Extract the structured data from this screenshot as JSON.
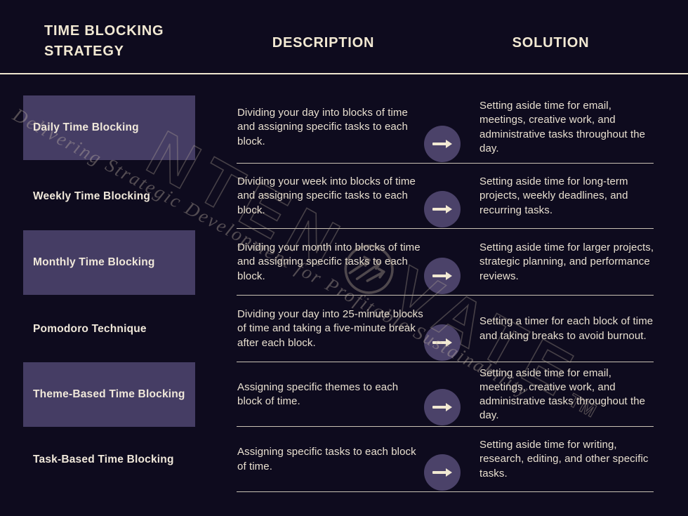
{
  "header": {
    "strategy_column": "TIME BLOCKING STRATEGY",
    "description_column": "DESCRIPTION",
    "solution_column": "SOLUTION"
  },
  "rows": [
    {
      "strategy": "Daily Time Blocking",
      "highlighted": true,
      "description": "Dividing your day into blocks of time and assigning specific tasks to each block.",
      "solution": "Setting aside time for email, meetings, creative work, and administrative tasks throughout the day."
    },
    {
      "strategy": "Weekly Time Blocking",
      "highlighted": false,
      "description": "Dividing your week into blocks of time and assigning specific tasks to each block.",
      "solution": "Setting aside time for long-term projects, weekly deadlines, and recurring tasks."
    },
    {
      "strategy": "Monthly Time Blocking",
      "highlighted": true,
      "description": "Dividing your month into blocks of time and assigning specific tasks to each block.",
      "solution": "Setting aside time for larger projects, strategic planning, and performance reviews."
    },
    {
      "strategy": "Pomodoro Technique",
      "highlighted": false,
      "description": "Dividing your day into 25-minute blocks of time and taking a five-minute break after each block.",
      "solution": "Setting a timer for each block of time and taking breaks to avoid burnout."
    },
    {
      "strategy": "Theme-Based Time Blocking",
      "highlighted": true,
      "description": "Assigning specific themes to each block of time.",
      "solution": "Setting aside time for email, meetings, creative work, and administrative tasks throughout the day."
    },
    {
      "strategy": "Task-Based Time Blocking",
      "highlighted": false,
      "description": "Assigning specific tasks to each block of time.",
      "solution": "Setting aside time for writing, research, editing, and other specific tasks."
    }
  ],
  "watermark": {
    "brand_left": "NTEN",
    "brand_right": "VATE",
    "trademark": "TM",
    "tagline": "Delivering Strategic Development for Profitable Sustainability"
  },
  "icons": {
    "arrow_right": "right-arrow-in-circle",
    "brand_logo": "growth-arrows-in-circle"
  },
  "colors": {
    "background": "#0e0b1e",
    "highlight_box": "#453d64",
    "arrow_circle": "#4b4269",
    "text_cream": "#ece3d3",
    "rule_line": "#c9c2b4"
  }
}
